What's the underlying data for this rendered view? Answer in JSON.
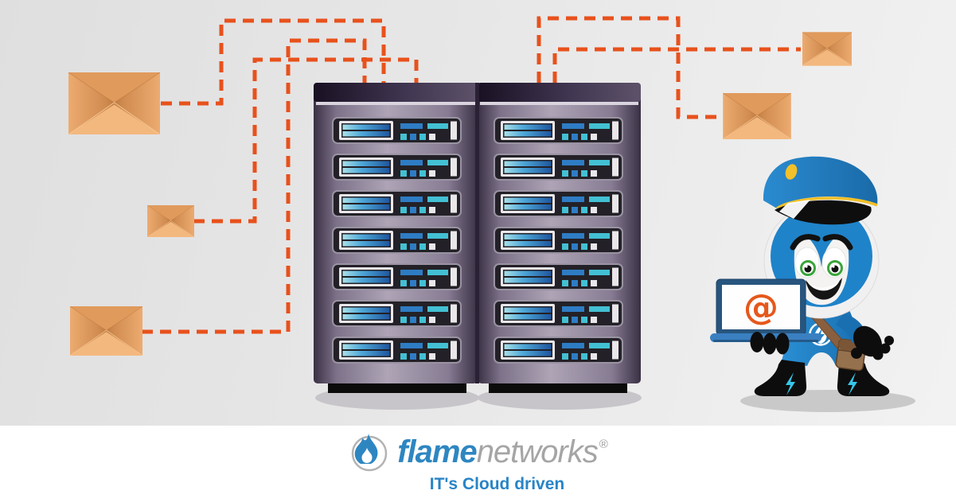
{
  "illustration": {
    "laptop_screen_symbol": "@",
    "envelopes_left_count": 3,
    "envelopes_right_count": 2,
    "rack_count": 2,
    "servers_per_rack": 7
  },
  "footer": {
    "brand_first": "flame",
    "brand_second": "networks",
    "registered_mark": "®",
    "tagline": "IT's Cloud driven"
  },
  "colors": {
    "connector_orange": "#e8511c",
    "envelope_tan": "#eaa76b",
    "mascot_blue": "#1f83c9",
    "laptop_at_orange": "#e5581c",
    "rack_purple_dark": "#3a3044",
    "rack_purple_light": "#aea4b6",
    "server_panel_dark": "#232127",
    "server_blue": "#2e7cc4",
    "server_cyan": "#43c0d3",
    "brand_blue": "#2e86c1",
    "brand_gray": "#a5a5a5",
    "tagline_blue": "#2884c6",
    "background_gray_left": "#dfdfdf",
    "background_gray_right": "#f2f2f2",
    "footer_white": "#ffffff"
  }
}
